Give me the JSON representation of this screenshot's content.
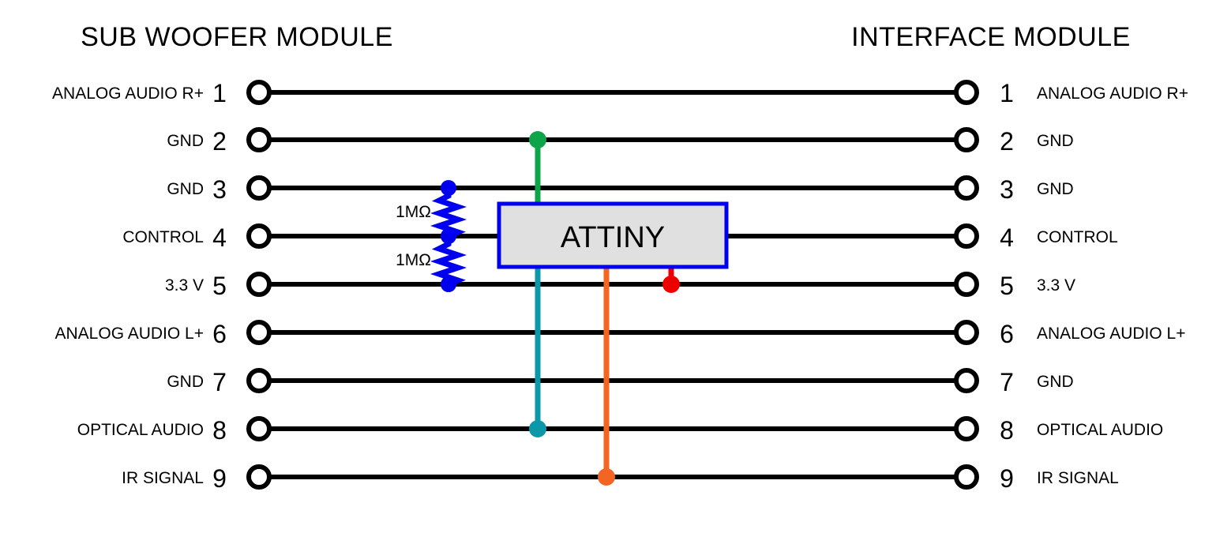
{
  "diagram": {
    "left_module": {
      "title": "SUB WOOFER MODULE"
    },
    "right_module": {
      "title": "INTERFACE MODULE"
    },
    "pins": [
      {
        "number": "1",
        "left_label": "ANALOG AUDIO R+",
        "right_label": "ANALOG AUDIO R+"
      },
      {
        "number": "2",
        "left_label": "GND",
        "right_label": "GND"
      },
      {
        "number": "3",
        "left_label": "GND",
        "right_label": "GND"
      },
      {
        "number": "4",
        "left_label": "CONTROL",
        "right_label": "CONTROL"
      },
      {
        "number": "5",
        "left_label": "3.3 V",
        "right_label": "3.3 V"
      },
      {
        "number": "6",
        "left_label": "ANALOG AUDIO L+",
        "right_label": "ANALOG AUDIO L+"
      },
      {
        "number": "7",
        "left_label": "GND",
        "right_label": "GND"
      },
      {
        "number": "8",
        "left_label": "OPTICAL AUDIO",
        "right_label": "OPTICAL AUDIO"
      },
      {
        "number": "9",
        "left_label": "IR SIGNAL",
        "right_label": "IR SIGNAL"
      }
    ],
    "chip": {
      "label": "ATTINY",
      "border_color": "#0000ee",
      "fill_color": "#e0e0e0"
    },
    "resistors": [
      {
        "value": "1MΩ",
        "from_pin": "3",
        "to_pin": "4",
        "color": "#0000ee"
      },
      {
        "value": "1MΩ",
        "from_pin": "4",
        "to_pin": "5",
        "color": "#0000ee"
      }
    ],
    "connections": [
      {
        "name": "gnd-tap",
        "color": "#0ea54a",
        "from": "pin-2",
        "to": "chip-top"
      },
      {
        "name": "optical-audio-tap",
        "color": "#0c98a8",
        "from": "chip-bottom",
        "to": "pin-8"
      },
      {
        "name": "ir-signal-tap",
        "color": "#f26522",
        "from": "chip-bottom",
        "to": "pin-9"
      },
      {
        "name": "power-tap",
        "color": "#ee0000",
        "from": "chip-bottom",
        "to": "pin-5"
      }
    ],
    "wire_color": "#000000",
    "background_color": "#ffffff"
  }
}
